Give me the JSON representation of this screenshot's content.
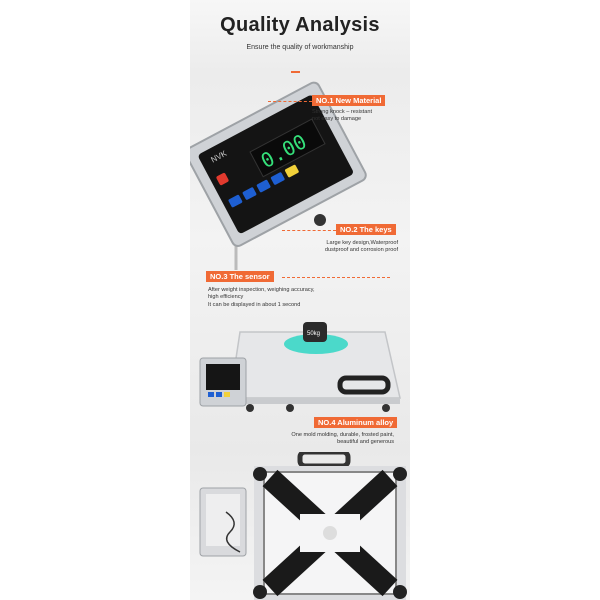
{
  "header": {
    "title": "Quality Analysis",
    "subtitle": "Ensure the quality of workmanship"
  },
  "features": [
    {
      "tag": "NO.1 New Material",
      "desc": "Strong knock – resistant\nnot easy to damage"
    },
    {
      "tag": "NO.2 The keys",
      "desc": "Large key design,Waterproof\ndustproof and corrosion proof"
    },
    {
      "tag": "NO.3 The sensor",
      "desc": "After weight inspection, weighing accuracy,\nhigh efficiency\nIt can be displayed in about 1 second"
    },
    {
      "tag": "NO.4 Aluminum alloy",
      "desc": "One mold molding, durable, frosted paint,\nbeautiful and generous"
    }
  ],
  "indicator": {
    "brand": "NVK",
    "display_value": "0.00",
    "weight_label": "50kg"
  },
  "colors": {
    "accent": "#f06a35",
    "led": "#35e07a",
    "halo": "#2fd6c4"
  }
}
